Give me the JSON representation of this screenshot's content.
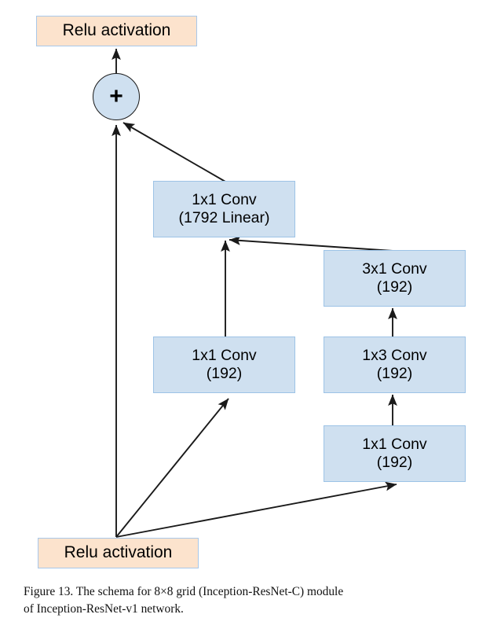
{
  "figure": {
    "caption_line_1": "Figure 13. The schema for 8×8 grid (Inception-ResNet-C) module",
    "caption_line_2": "of Inception-ResNet-v1 network.",
    "caption_full": "Figure 13. The schema for 8×8 grid (Inception-ResNet-C) module of Inception-ResNet-v1 network."
  },
  "colors": {
    "relu_fill": "#fce3cd",
    "relu_border": "#a8c8ea",
    "conv_fill": "#cfe0f0",
    "conv_border": "#9dc3e6",
    "edge": "#1a1a1a",
    "background": "#ffffff"
  },
  "nodes": {
    "relu_top": {
      "label": "Relu activation",
      "type": "activation"
    },
    "sum": {
      "label": "+",
      "type": "sum-junction"
    },
    "conv_linear": {
      "line1": "1x1 Conv",
      "line2": "(1792 Linear)",
      "kernel": "1x1",
      "filters": "1792",
      "note": "Linear"
    },
    "conv_3x1": {
      "line1": "3x1 Conv",
      "line2": "(192)",
      "kernel": "3x1",
      "filters": "192"
    },
    "conv_1x1_left": {
      "line1": "1x1 Conv",
      "line2": "(192)",
      "kernel": "1x1",
      "filters": "192"
    },
    "conv_1x3": {
      "line1": "1x3 Conv",
      "line2": "(192)",
      "kernel": "1x3",
      "filters": "192"
    },
    "conv_1x1_bottom": {
      "line1": "1x1 Conv",
      "line2": "(192)",
      "kernel": "1x1",
      "filters": "192"
    },
    "relu_bottom": {
      "label": "Relu activation",
      "type": "activation"
    }
  },
  "edges": [
    {
      "from": "sum",
      "to": "relu_top",
      "style": "arrow"
    },
    {
      "from": "relu_bottom",
      "to": "sum",
      "style": "arrow"
    },
    {
      "from": "conv_linear",
      "to": "sum",
      "style": "arrow"
    },
    {
      "from": "conv_1x1_left",
      "to": "conv_linear",
      "style": "arrow"
    },
    {
      "from": "conv_3x1",
      "to": "conv_linear",
      "style": "arrow"
    },
    {
      "from": "conv_1x3",
      "to": "conv_3x1",
      "style": "arrow"
    },
    {
      "from": "conv_1x1_bottom",
      "to": "conv_1x3",
      "style": "arrow"
    },
    {
      "from": "relu_bottom",
      "to": "conv_1x1_left",
      "style": "arrow"
    },
    {
      "from": "relu_bottom",
      "to": "conv_1x1_bottom",
      "style": "arrow"
    }
  ]
}
